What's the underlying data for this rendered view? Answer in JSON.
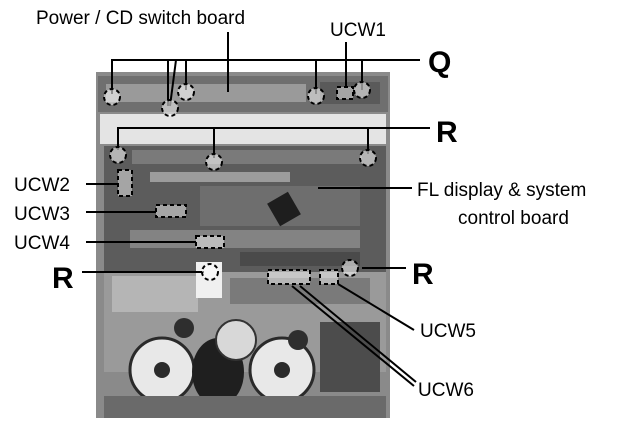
{
  "labels": {
    "power_cd_board": "Power / CD switch board",
    "ucw1": "UCW1",
    "ucw2": "UCW2",
    "ucw3": "UCW3",
    "ucw4": "UCW4",
    "ucw5": "UCW5",
    "ucw6": "UCW6",
    "q": "Q",
    "r_top": "R",
    "r_left": "R",
    "r_right": "R",
    "fl_display_line1": "FL display & system",
    "fl_display_line2": "control board"
  },
  "colors": {
    "ink": "#000000",
    "photo_dark": "#3a3a3a",
    "photo_mid": "#7d7d7d",
    "photo_light": "#cfcfcf"
  }
}
